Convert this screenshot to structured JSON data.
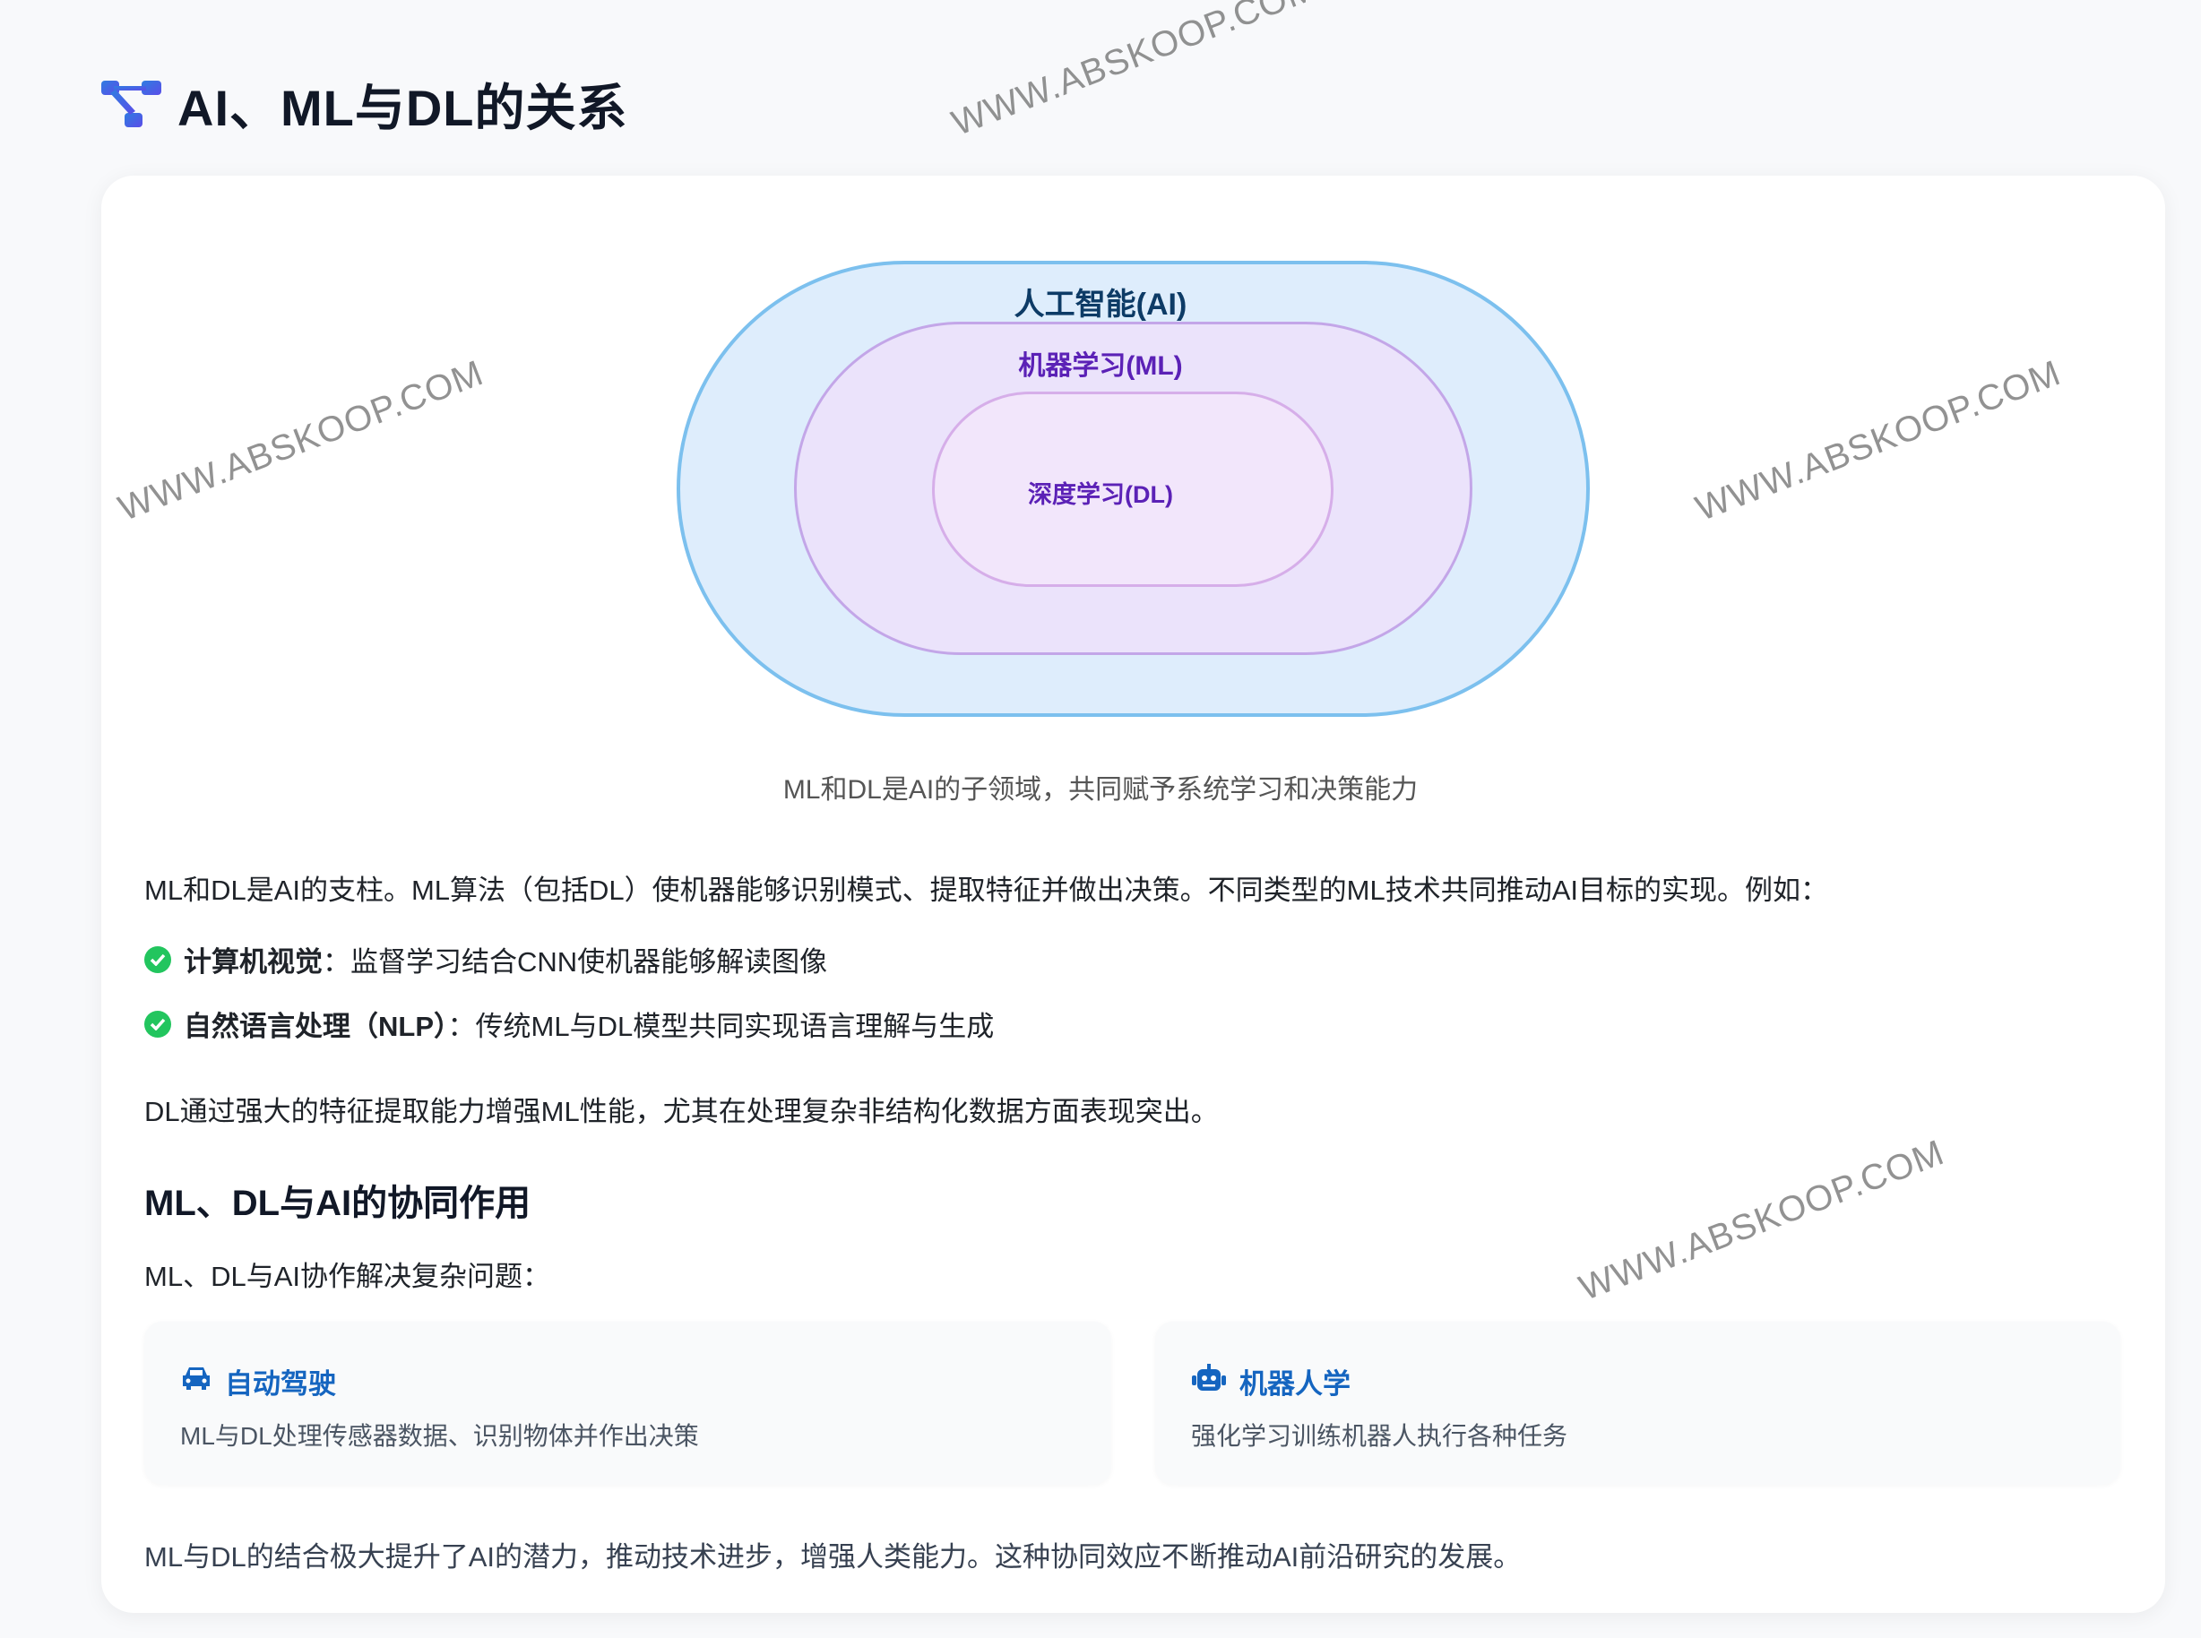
{
  "header": {
    "title": "AI、ML与DL的关系",
    "icon": "diagram-project-icon"
  },
  "diagram": {
    "outer_label": "人工智能(AI)",
    "middle_label": "机器学习(ML)",
    "inner_label": "深度学习(DL)",
    "caption": "ML和DL是AI的子领域，共同赋予系统学习和决策能力",
    "colors": {
      "ai": "#deedfc",
      "ml": "#ebe3fb",
      "dl": "#f2e6fb",
      "ai_text": "#0d3b66",
      "ml_text": "#5b21b6"
    }
  },
  "content": {
    "intro": "ML和DL是AI的支柱。ML算法（包括DL）使机器能够识别模式、提取特征并做出决策。不同类型的ML技术共同推动AI目标的实现。例如：",
    "bullets": [
      {
        "term": "计算机视觉",
        "sep": "：",
        "desc": "监督学习结合CNN使机器能够解读图像"
      },
      {
        "term": "自然语言处理（NLP）",
        "sep": "：",
        "desc": "传统ML与DL模型共同实现语言理解与生成"
      }
    ],
    "para2": "DL通过强大的特征提取能力增强ML性能，尤其在处理复杂非结构化数据方面表现突出。",
    "section_title": "ML、DL与AI的协同作用",
    "section_intro": "ML、DL与AI协作解决复杂问题：",
    "cards": [
      {
        "title": "自动驾驶",
        "icon": "car-icon",
        "desc": "ML与DL处理传感器数据、识别物体并作出决策"
      },
      {
        "title": "机器人学",
        "icon": "robot-icon",
        "desc": "强化学习训练机器人执行各种任务"
      }
    ],
    "conclusion": "ML与DL的结合极大提升了AI的潜力，推动技术进步，增强人类能力。这种协同效应不断推动AI前沿研究的发展。"
  },
  "watermark": "WWW.ABSKOOP.COM"
}
